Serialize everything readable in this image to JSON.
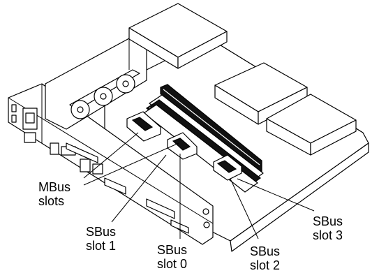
{
  "labels": {
    "mbus": [
      "MBus",
      "slots"
    ],
    "sbus1": [
      "SBus",
      "slot 1"
    ],
    "sbus0": [
      "SBus",
      "slot 0"
    ],
    "sbus2": [
      "SBus",
      "slot 2"
    ],
    "sbus3": [
      "SBus",
      "slot 3"
    ]
  }
}
